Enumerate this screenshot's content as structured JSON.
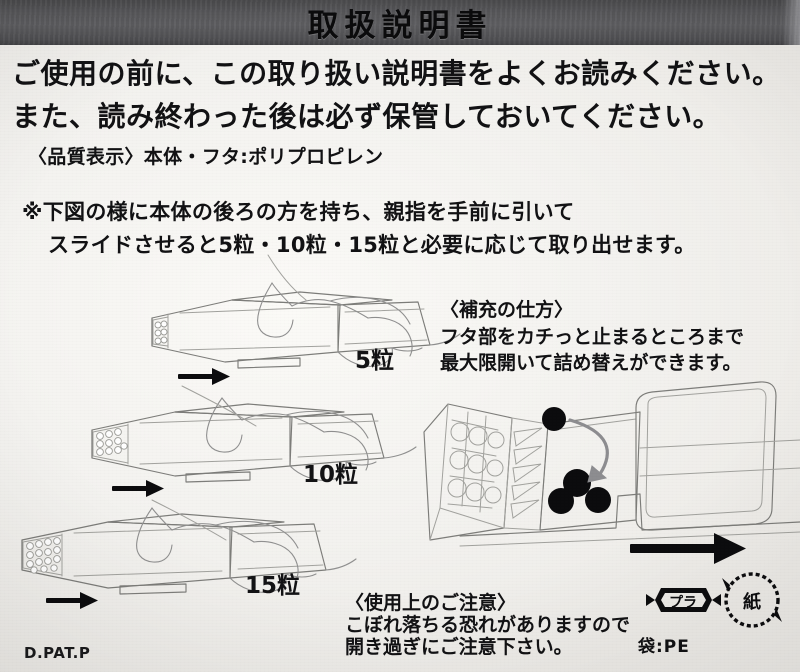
{
  "document": {
    "title": "取扱説明書",
    "lead_line1": "ご使用の前に、この取り扱い説明書をよくお読みください。",
    "lead_line2": "また、読み終わった後は必ず保管しておいてください。",
    "quality_label": "〈品質表示〉本体・フタ:ポリプロピレン",
    "usage_note_line1": "※下図の様に本体の後ろの方を持ち、親指を手前に引いて",
    "usage_note_line2": "スライドさせると5粒・10粒・15粒と必要に応じて取り出せます。",
    "patent_mark": "D.PAT.P"
  },
  "dispense_steps": [
    {
      "label": "5粒",
      "step_index": 1
    },
    {
      "label": "10粒",
      "step_index": 2
    },
    {
      "label": "15粒",
      "step_index": 3
    }
  ],
  "refill_section": {
    "heading": "〈補充の仕方〉",
    "line1": "フタ部をカチっと止まるところまで",
    "line2": "最大限開いて詰め替えができます。"
  },
  "caution_section": {
    "heading": "〈使用上のご注意〉",
    "line1": "こぼれ落ちる恐れがありますので",
    "line2": "開き過ぎにご注意下さい。"
  },
  "recycling": {
    "plastic_mark_label": "プラ",
    "paper_mark_label": "紙",
    "bag_material": "袋:PE"
  },
  "colors": {
    "title_band": "#57575a",
    "paper": "#f3f2ef",
    "ink": "#121214",
    "line_art": "#7d7d7a",
    "pellet": "#0c0c0e"
  }
}
